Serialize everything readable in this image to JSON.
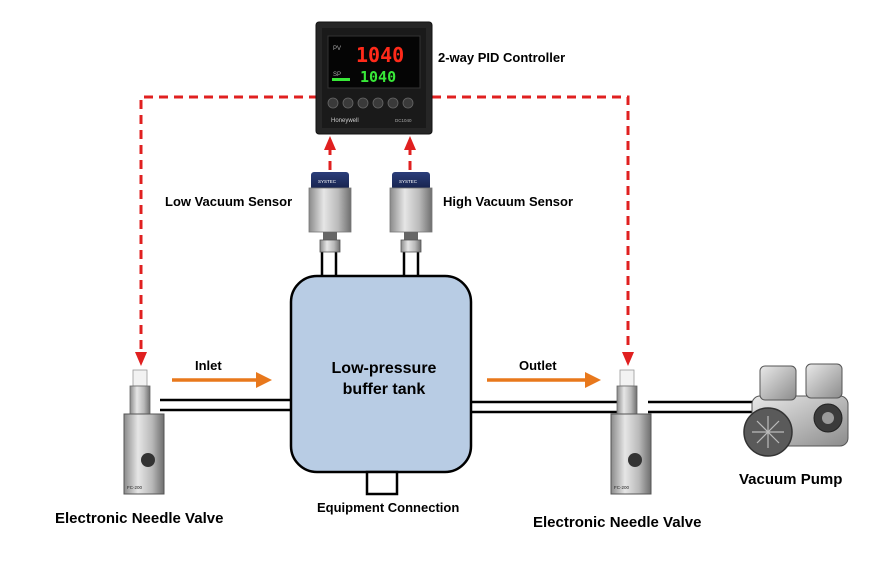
{
  "labels": {
    "controller": "2-way PID Controller",
    "low_sensor": "Low Vacuum Sensor",
    "high_sensor": "High Vacuum Sensor",
    "inlet": "Inlet",
    "outlet": "Outlet",
    "tank_line1": "Low-pressure",
    "tank_line2": "buffer tank",
    "equipment": "Equipment Connection",
    "valve_left": "Electronic Needle Valve",
    "valve_right": "Electronic Needle Valve",
    "pump": "Vacuum Pump"
  },
  "controller_display": {
    "pv_tag": "PV",
    "sp_tag": "SP",
    "pv_value": "1040",
    "sp_value": "1040",
    "brand": "Honeywell",
    "model": "DC1040"
  },
  "valve_tag": "FC-200",
  "sensor_brand": "SYSTEC",
  "colors": {
    "signal_line": "#e02020",
    "flow_arrow": "#e8781c",
    "tank_fill": "#b8cce4",
    "pv_digits": "#ff2a1a",
    "sp_digits": "#38e838"
  }
}
